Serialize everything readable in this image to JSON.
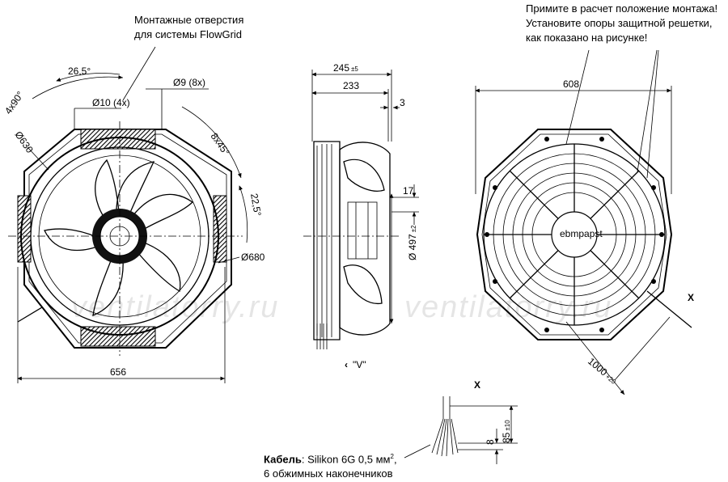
{
  "notes": {
    "mounting_holes_line1": "Монтажные отверстия",
    "mounting_holes_line2": "для системы FlowGrid",
    "warning_line1": "Примите в расчет положение монтажа!",
    "warning_line2": "Установите опоры защитной решетки,",
    "warning_line3": "как показано на рисунке!",
    "cable_label": "Кабель",
    "cable_spec": ": Silikon 6G 0,5 мм",
    "cable_spec_sup": "2",
    "cable_spec_end": ",",
    "cable_line2": "6 обжимных наконечников"
  },
  "front_view": {
    "angle_4x90": "4x90°",
    "angle_26_5": "26,5°",
    "hole_d10": "Ø10 (4x)",
    "hole_d9": "Ø9 (8x)",
    "angle_8x45": "8x45°",
    "angle_22_5": "22,5°",
    "dia_630": "Ø630",
    "dia_680": "Ø680",
    "width_656": "656"
  },
  "side_view": {
    "depth_245": "245",
    "depth_245_tol": "±5",
    "depth_233": "233",
    "dim_3": "3",
    "dim_17": "17",
    "dia_497": "Ø 497",
    "dia_497_tol": "±2",
    "view_label": "\"V\"",
    "view_arrow": "‹"
  },
  "rear_view": {
    "width_608": "608",
    "cable_length": "1000",
    "cable_length_tol": "+20",
    "detail_marker": "X",
    "brand_plate": "ebmpapst"
  },
  "detail_x": {
    "title": "X",
    "dim_8": "8",
    "dim_85": "85",
    "dim_85_tol": "±10"
  },
  "watermark": {
    "left": "ventilatorry.ru",
    "right": "ventilatorry.ru"
  }
}
